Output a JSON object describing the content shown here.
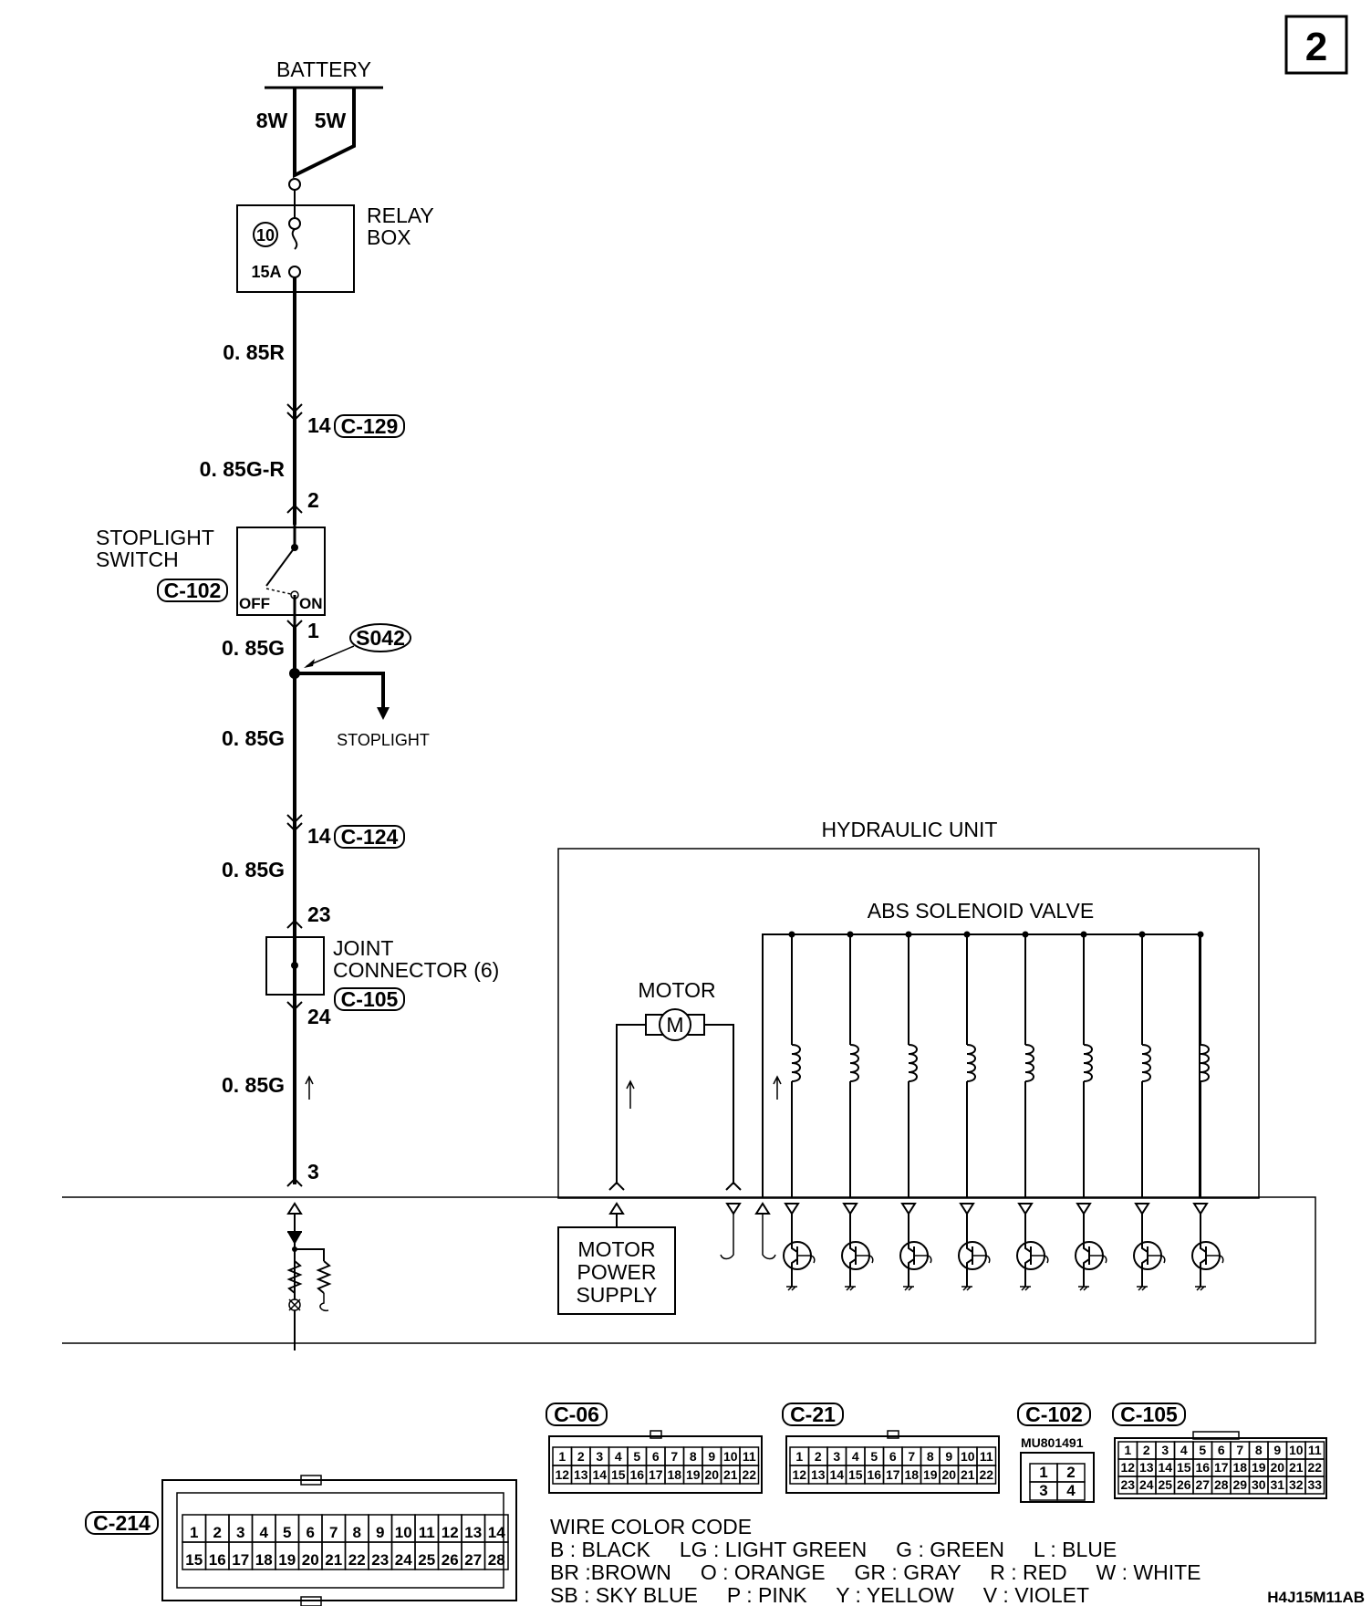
{
  "page_number": "2",
  "battery": {
    "label": "BATTERY",
    "wire_left": "8W",
    "wire_right": "5W"
  },
  "relay_box": {
    "line1": "RELAY",
    "line2": "BOX",
    "fuse_no": "10",
    "fuse_rating": "15A"
  },
  "wires": {
    "w1": "0. 85R",
    "w2": "0. 85G-R",
    "w3": "0. 85G",
    "w4": "0. 85G",
    "w5": "0. 85G",
    "w6": "0. 85G"
  },
  "connectors": {
    "c129": {
      "pin": "14",
      "id": "C-129"
    },
    "c124": {
      "pin": "14",
      "id": "C-124"
    },
    "c105": {
      "id": "C-105"
    },
    "c102": {
      "id": "C-102"
    }
  },
  "stoplight_switch": {
    "line1": "STOPLIGHT",
    "line2": "SWITCH",
    "pin_in": "2",
    "pin_out": "1",
    "off": "OFF",
    "on": "ON"
  },
  "splice": {
    "id": "S042"
  },
  "stoplight_label": "STOPLIGHT",
  "joint_connector": {
    "line1": "JOINT",
    "line2": "CONNECTOR (6)",
    "pin_in": "23",
    "pin_out": "24"
  },
  "ecu_pin": "3",
  "hydraulic_unit": {
    "label": "HYDRAULIC UNIT",
    "motor": "MOTOR",
    "motor_symbol": "M",
    "valve_label": "ABS SOLENOID VALVE"
  },
  "motor_power_supply": {
    "line1": "MOTOR",
    "line2": "POWER",
    "line3": "SUPPLY"
  },
  "connector_views": {
    "c06": {
      "id": "C-06",
      "row1": [
        "1",
        "2",
        "3",
        "4",
        "5",
        "6",
        "7",
        "8",
        "9",
        "10",
        "11"
      ],
      "row2": [
        "12",
        "13",
        "14",
        "15",
        "16",
        "17",
        "18",
        "19",
        "20",
        "21",
        "22"
      ]
    },
    "c21": {
      "id": "C-21",
      "row1": [
        "1",
        "2",
        "3",
        "4",
        "5",
        "6",
        "7",
        "8",
        "9",
        "10",
        "11"
      ],
      "row2": [
        "12",
        "13",
        "14",
        "15",
        "16",
        "17",
        "18",
        "19",
        "20",
        "21",
        "22"
      ]
    },
    "c102": {
      "id": "C-102",
      "part": "MU801491",
      "row1": [
        "1",
        "2"
      ],
      "row2": [
        "3",
        "4"
      ]
    },
    "c105": {
      "id": "C-105",
      "row1": [
        "1",
        "2",
        "3",
        "4",
        "5",
        "6",
        "7",
        "8",
        "9",
        "10",
        "11"
      ],
      "row2": [
        "12",
        "13",
        "14",
        "15",
        "16",
        "17",
        "18",
        "19",
        "20",
        "21",
        "22"
      ],
      "row3": [
        "23",
        "24",
        "25",
        "26",
        "27",
        "28",
        "29",
        "30",
        "31",
        "32",
        "33"
      ]
    },
    "c214": {
      "id": "C-214",
      "row1": [
        "1",
        "2",
        "3",
        "4",
        "5",
        "6",
        "7",
        "8",
        "9",
        "10",
        "11",
        "12",
        "13",
        "14"
      ],
      "row2": [
        "15",
        "16",
        "17",
        "18",
        "19",
        "20",
        "21",
        "22",
        "23",
        "24",
        "25",
        "26",
        "27",
        "28"
      ]
    }
  },
  "wire_color_code": {
    "title": "WIRE COLOR CODE",
    "line1": "B : BLACK     LG : LIGHT GREEN     G : GREEN     L : BLUE",
    "line2": "BR :BROWN     O : ORANGE     GR : GRAY     R : RED     W : WHITE",
    "line3": "SB : SKY BLUE     P : PINK     Y : YELLOW     V : VIOLET"
  },
  "figure_code": "H4J15M11AB"
}
